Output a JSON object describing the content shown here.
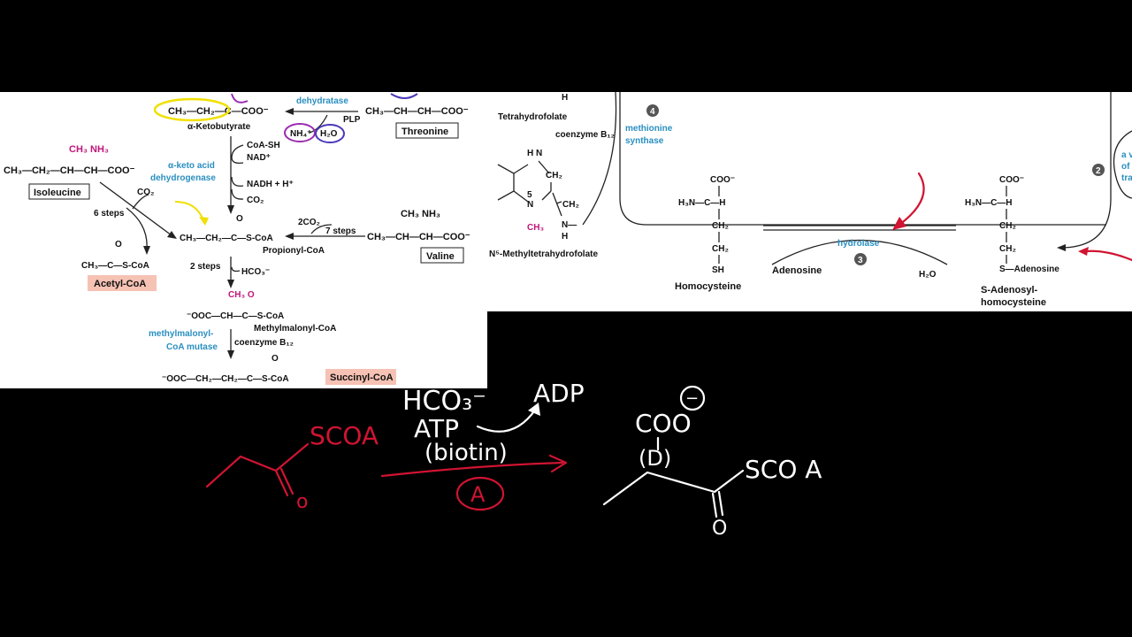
{
  "left_panel": {
    "ketobutyrate": {
      "formula": "CH₃—CH₂—C—COO⁻",
      "name": "α-Ketobutyrate"
    },
    "dehydratase": "dehydratase",
    "plp": "PLP",
    "nh4": "NH₄⁺",
    "h2o": "H₂O",
    "threonine": {
      "formula": "CH₃—CH—CH—COO⁻",
      "name": "Threonine"
    },
    "isoleucine": {
      "top": "CH₃  NH₃",
      "formula": "CH₃—CH₂—CH—CH—COO⁻",
      "name": "Isoleucine"
    },
    "ketoacid_dh": {
      "line1": "α-keto acid",
      "line2": "dehydrogenase"
    },
    "coa_sh": "CoA-SH",
    "nad": "NAD⁺",
    "nadh": "NADH + H⁺",
    "co2_right": "CO₂",
    "co2_left": "CO₂",
    "six_steps": "6 steps",
    "propionyl": {
      "formula": "CH₃—CH₂—C—S-CoA",
      "o": "O",
      "name": "Propionyl-CoA"
    },
    "two_co2": "2CO₂",
    "seven_steps": "7 steps",
    "valine": {
      "top": "CH₃  NH₃",
      "formula": "CH₃—CH—CH—COO⁻",
      "name": "Valine"
    },
    "acetyl": {
      "o": "O",
      "formula": "CH₃—C—S-CoA",
      "name": "Acetyl-CoA"
    },
    "two_steps": "2 steps",
    "hco3": "HCO₃⁻",
    "methylmalonyl": {
      "top": "CH₃  O",
      "formula": "⁻OOC—CH—C—S-CoA",
      "name": "Methylmalonyl-CoA"
    },
    "mutase": {
      "line1": "methylmalonyl-",
      "line2": "CoA mutase"
    },
    "b12": "coenzyme B₁₂",
    "succinyl": {
      "o": "O",
      "formula": "⁻OOC—CH₂—CH₂—C—S-CoA",
      "name": "Succinyl-CoA"
    }
  },
  "right_panel": {
    "h_top": "H",
    "thf": "Tetrahydrofolate",
    "cob12": "coenzyme B₁₂",
    "step4": "4",
    "met_synthase": {
      "line1": "methionine",
      "line2": "synthase"
    },
    "mthf_ring": {
      "nh": "H  N",
      "ch2a": "CH₂",
      "n5": "5",
      "n": "N",
      "ch2b": "CH₂",
      "ch3": "CH₃",
      "nh2": "N—",
      "h": "H"
    },
    "mthf_name": "N⁵-Methyltetrahydrofolate",
    "homocysteine": {
      "coo": "COO⁻",
      "h3n": "H₃N—C—H",
      "ch2a": "CH₂",
      "ch2b": "CH₂",
      "sh": "SH",
      "name": "Homocysteine"
    },
    "hydrolase": "hydrolase",
    "step3": "3",
    "adenosine": "Adenosine",
    "h2o": "H₂O",
    "sah": {
      "coo": "COO⁻",
      "h3n": "H₃N—C—H",
      "ch2a": "CH₂",
      "ch2b": "CH₂",
      "s": "S—Adenosine",
      "name1": "S-Adenosyl-",
      "name2": "homocysteine"
    },
    "step2": "2",
    "side_text": [
      "a v",
      "of",
      "tra"
    ]
  },
  "handwriting": {
    "hco3": "HCO₃⁻",
    "atp": "ATP",
    "adp": "ADP",
    "biotin": "(biotin)",
    "scoa_left": "SCOA",
    "o_left": "o",
    "circle_a": "A",
    "coo": "COO",
    "minus": "−",
    "d": "(D)",
    "scoa_right": "SCO A",
    "o_right": "O"
  }
}
